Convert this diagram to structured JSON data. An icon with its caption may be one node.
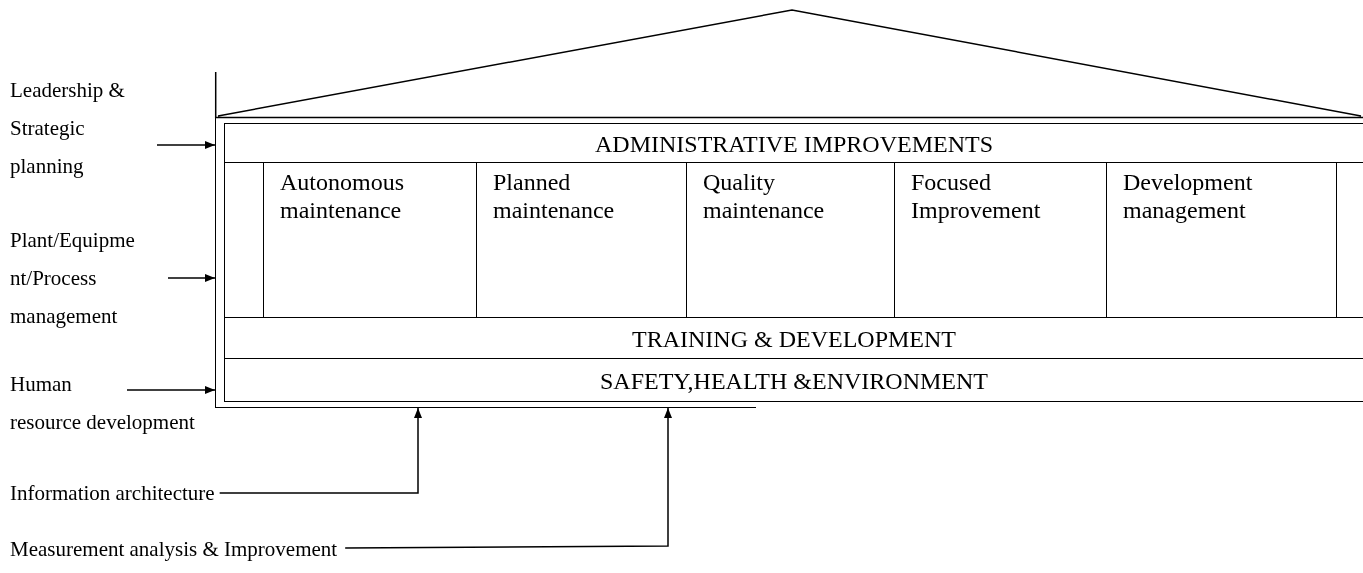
{
  "diagram": {
    "nodes": [
      {
        "text": [],
        "shape": "box"
      },
      {
        "text": [
          "ADMINISTRATIVE IMPROVEMENTS"
        ],
        "in": 0
      },
      {
        "text": [
          "Autonomous maintenance"
        ],
        "in": 0
      },
      {
        "text": [
          "Planned maintenance"
        ],
        "in": 0
      },
      {
        "text": [
          "Quality maintenance"
        ],
        "in": 0
      },
      {
        "text": [
          "Focused Improvement"
        ],
        "in": 0
      },
      {
        "text": [
          "Development management"
        ],
        "in": 0
      },
      {
        "text": [
          "TRAINING & DEVELOPMENT"
        ],
        "in": 0
      },
      {
        "text": [
          "SAFETY,HEALTH &ENVIRONMENT"
        ],
        "in": 0
      },
      {
        "text": [
          "Leadership & Strategic planning"
        ]
      },
      {
        "text": [
          "Plant/Equipme nt/Process management"
        ]
      },
      {
        "text": [
          "Human resource development"
        ]
      },
      {
        "text": [
          "Information architecture"
        ]
      },
      {
        "text": [
          "Measurement analysis & Improvement"
        ]
      }
    ],
    "edges": [
      {
        "from": 9,
        "to": 0,
        "arrow": "to"
      },
      {
        "from": 10,
        "to": 0,
        "arrow": "to"
      },
      {
        "from": 11,
        "to": 0,
        "arrow": "to"
      },
      {
        "from": 12,
        "to": 0,
        "arrow": "to"
      },
      {
        "from": 13,
        "to": 0,
        "arrow": "to"
      }
    ]
  }
}
